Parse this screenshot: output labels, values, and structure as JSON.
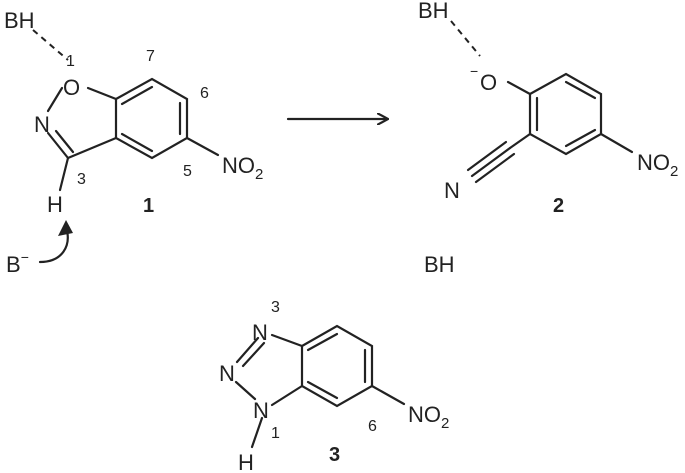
{
  "compound1": {
    "id": "1",
    "base": "BH",
    "oxygen": "O",
    "nitrogen": "N",
    "hydrogen": "H",
    "nitro": "NO",
    "nitro_sub": "2",
    "base_anion": "B",
    "anion_charge": "−",
    "locants": {
      "pos1": "1",
      "pos3": "3",
      "pos5": "5",
      "pos6": "6",
      "pos7": "7"
    }
  },
  "compound2": {
    "id": "2",
    "base": "BH",
    "oxygen": "O",
    "oxide_charge": "−",
    "nitrile_n": "N",
    "nitro": "NO",
    "nitro_sub": "2",
    "conjugate_acid": "BH"
  },
  "compound3": {
    "id": "3",
    "n1": "N",
    "n2": "N",
    "n3": "N",
    "hydrogen": "H",
    "nitro": "NO",
    "nitro_sub": "2",
    "locants": {
      "pos1": "1",
      "pos3": "3",
      "pos6": "6"
    }
  },
  "colors": {
    "ink": "#222222",
    "background": "#ffffff"
  }
}
